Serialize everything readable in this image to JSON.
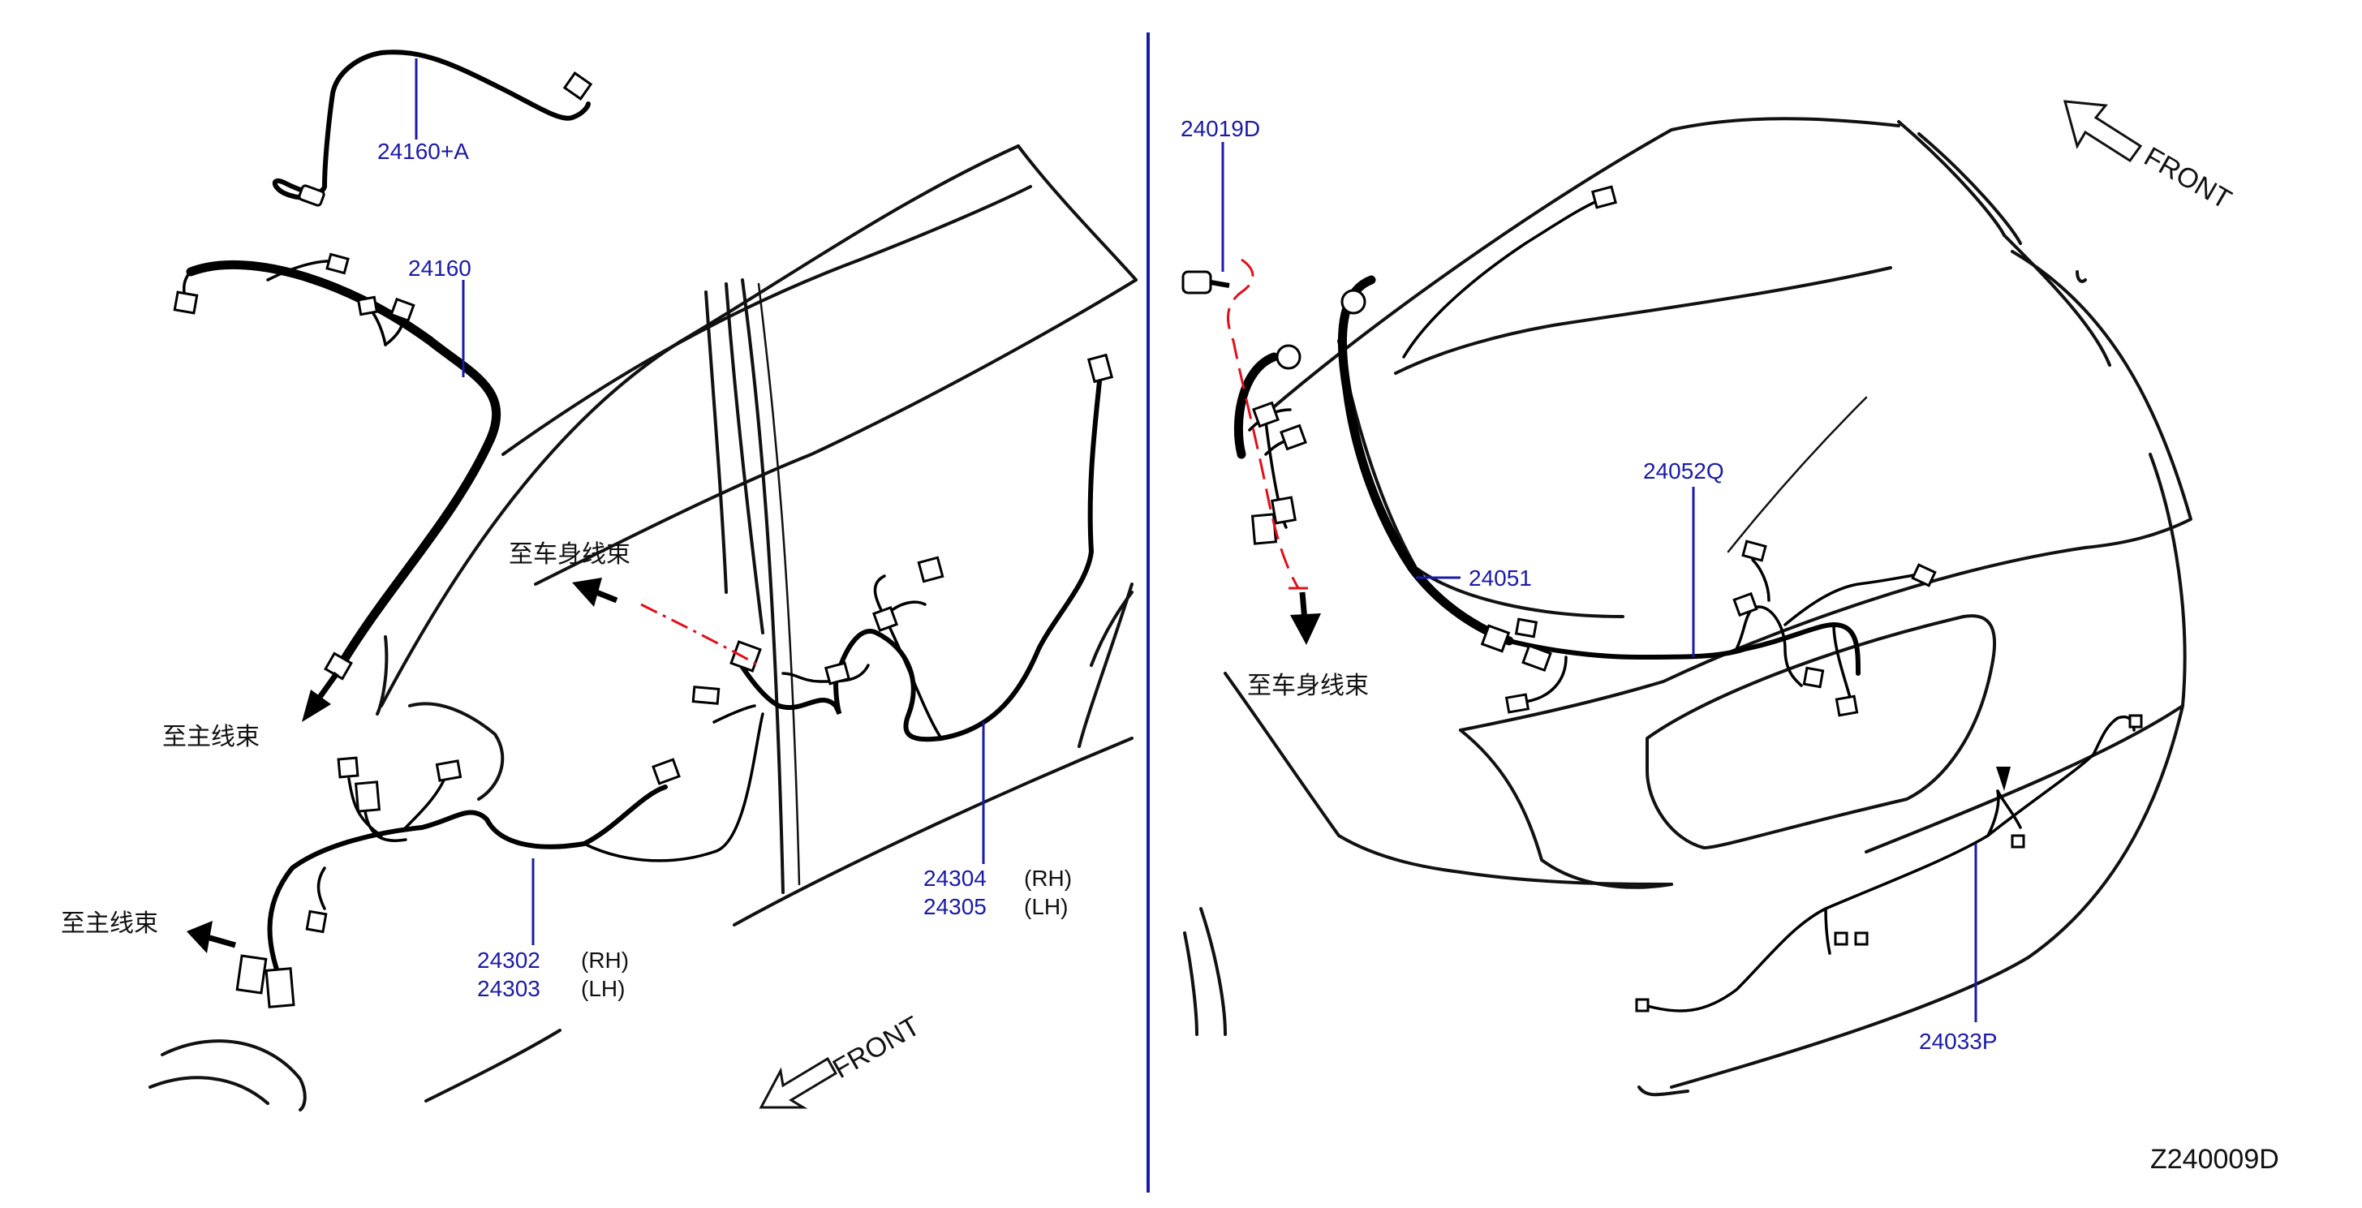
{
  "labels": {
    "p24160a": "24160+A",
    "p24160": "24160",
    "p24302": "24302",
    "p24303": "24303",
    "rh1": "(RH)",
    "lh1": "(LH)",
    "p24304": "24304",
    "p24305": "24305",
    "rh2": "(RH)",
    "lh2": "(LH)",
    "p24019d": "24019D",
    "p24051": "24051",
    "p24052q": "24052Q",
    "p24033p": "24033P"
  },
  "annotations": {
    "to_main_1": "至主线束",
    "to_main_2": "至主线束",
    "to_body_1": "至车身线束",
    "to_body_2": "至车身线束",
    "front_left": "FRONT",
    "front_right": "FRONT"
  },
  "diagram_code": "Z240009D",
  "colors": {
    "part_number": "#1a1aa8",
    "leader": "#1a1aa8",
    "routing_line": "#e0101a",
    "linework": "#000000"
  }
}
